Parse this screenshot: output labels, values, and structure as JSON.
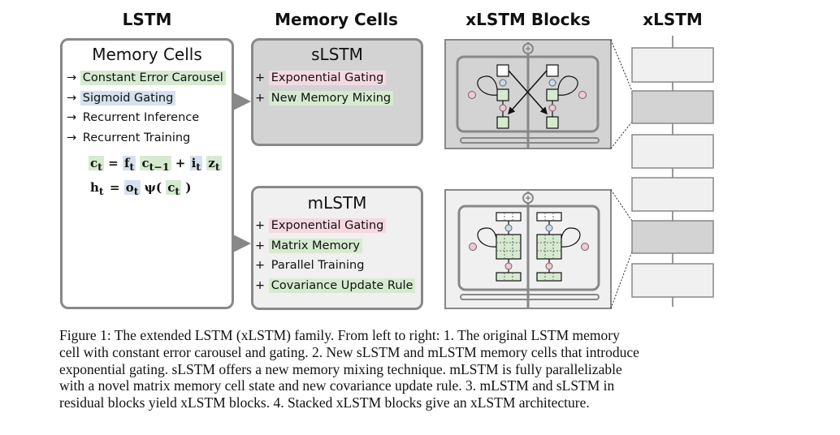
{
  "columns": {
    "lstm": "LSTM",
    "memory_cells": "Memory Cells",
    "xlstm_blocks": "xLSTM Blocks",
    "xlstm": "xLSTM"
  },
  "lstm_panel": {
    "title": "Memory Cells",
    "items": [
      {
        "prefix": "→ ",
        "text": "Constant Error Carousel",
        "highlight": "#d6ead0"
      },
      {
        "prefix": "→ ",
        "text": "Sigmoid Gating",
        "highlight": "#d5e1ee"
      },
      {
        "prefix": "→ ",
        "text": "Recurrent Inference",
        "highlight": ""
      },
      {
        "prefix": "→ ",
        "text": "Recurrent Training",
        "highlight": ""
      }
    ],
    "equation1": {
      "lhs": "c",
      "lhs_sub": "t",
      "eq": "=",
      "f": "f",
      "f_sub": "t",
      "c_prev": "c",
      "c_prev_sub": "t−1",
      "plus": "+",
      "i": "i",
      "i_sub": "t",
      "z": "z",
      "z_sub": "t"
    },
    "equation2": {
      "lhs": "h",
      "lhs_sub": "t",
      "eq": "=",
      "o": "o",
      "o_sub": "t",
      "psi": "ψ(",
      "c": "c",
      "c_sub": "t",
      "close": ")"
    }
  },
  "slstm_panel": {
    "title": "sLSTM",
    "items": [
      {
        "prefix": "+ ",
        "text": "Exponential Gating",
        "highlight": "#f6d8e1"
      },
      {
        "prefix": "+ ",
        "text": "New Memory Mixing",
        "highlight": "#d6ead0"
      }
    ]
  },
  "mlstm_panel": {
    "title": "mLSTM",
    "items": [
      {
        "prefix": "+ ",
        "text": "Exponential Gating",
        "highlight": "#f6d8e1"
      },
      {
        "prefix": "+ ",
        "text": "Matrix Memory",
        "highlight": "#d6ead0"
      },
      {
        "prefix": "+ ",
        "text": "Parallel Training",
        "highlight": ""
      },
      {
        "prefix": "+ ",
        "text": "Covariance Update Rule",
        "highlight": "#d6ead0"
      }
    ]
  },
  "caption": [
    "Figure 1: The extended LSTM (xLSTM) family. From left to right: 1. The original LSTM memory",
    "cell with constant error carousel and gating. 2. New sLSTM and mLSTM memory cells that introduce",
    "exponential gating. sLSTM offers a new memory mixing technique. mLSTM is fully parallelizable",
    "with a novel matrix memory cell state and new covariance update rule. 3. mLSTM and sLSTM in",
    "residual blocks yield xLSTM blocks. 4. Stacked xLSTM blocks give an xLSTM architecture."
  ],
  "colors": {
    "border": "#888888",
    "slstm_fill": "#d3d3d3",
    "mlstm_fill": "#f0f0f0",
    "cell_green": "#d6ead0",
    "gate_blue": "#c9dcef",
    "gate_pink": "#f4c6d6"
  }
}
